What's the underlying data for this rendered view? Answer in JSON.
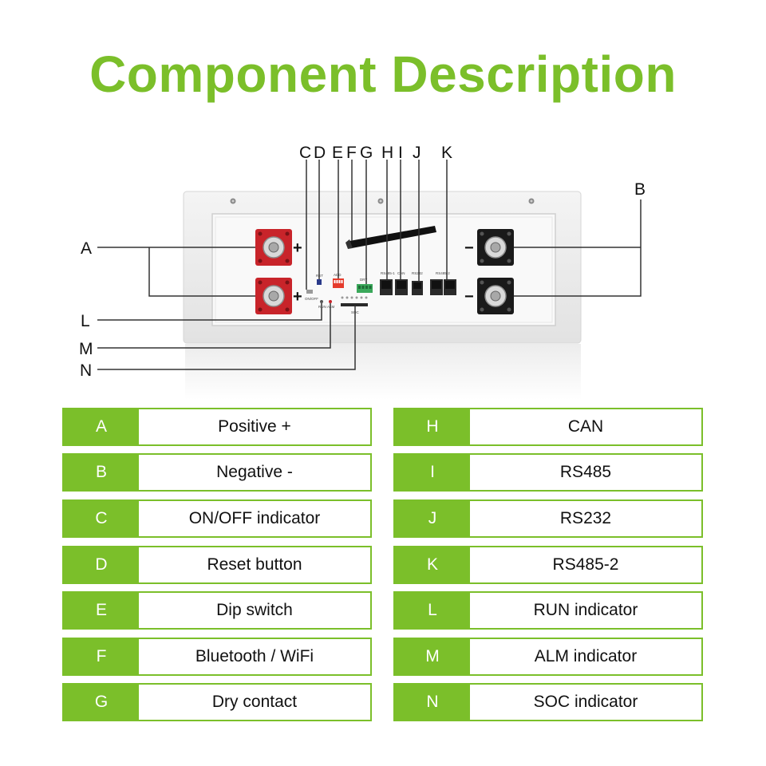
{
  "title": "Component Description",
  "colors": {
    "accent": "#7bbf2a",
    "positive_terminal": "#c8242a",
    "negative_terminal": "#1a1a1a"
  },
  "callouts": {
    "C": "C",
    "D": "D",
    "E": "E",
    "F": "F",
    "G": "G",
    "H": "H",
    "I": "I",
    "J": "J",
    "K": "K",
    "B": "B",
    "A": "A",
    "L": "L",
    "M": "M",
    "N": "N"
  },
  "panel": {
    "plus_sign": "+",
    "minus_sign": "−",
    "labels": {
      "on_off": "ON/OFF",
      "rst": "RST",
      "add": "ADD",
      "dry": "DRY",
      "rs485_1": "RS485-1",
      "can": "CAN",
      "rs232": "RS232",
      "rs485_2": "RS485-2",
      "run": "RUN",
      "alm": "ALM",
      "soc": "SOC"
    }
  },
  "legend_left": [
    {
      "key": "A",
      "desc": "Positive +"
    },
    {
      "key": "B",
      "desc": "Negative -"
    },
    {
      "key": "C",
      "desc": "ON/OFF indicator"
    },
    {
      "key": "D",
      "desc": "Reset button"
    },
    {
      "key": "E",
      "desc": "Dip switch"
    },
    {
      "key": "F",
      "desc": "Bluetooth / WiFi"
    },
    {
      "key": "G",
      "desc": "Dry contact"
    }
  ],
  "legend_right": [
    {
      "key": "H",
      "desc": "CAN"
    },
    {
      "key": "I",
      "desc": "RS485"
    },
    {
      "key": "J",
      "desc": "RS232"
    },
    {
      "key": "K",
      "desc": "RS485-2"
    },
    {
      "key": "L",
      "desc": "RUN indicator"
    },
    {
      "key": "M",
      "desc": "ALM indicator"
    },
    {
      "key": "N",
      "desc": "SOC indicator"
    }
  ]
}
